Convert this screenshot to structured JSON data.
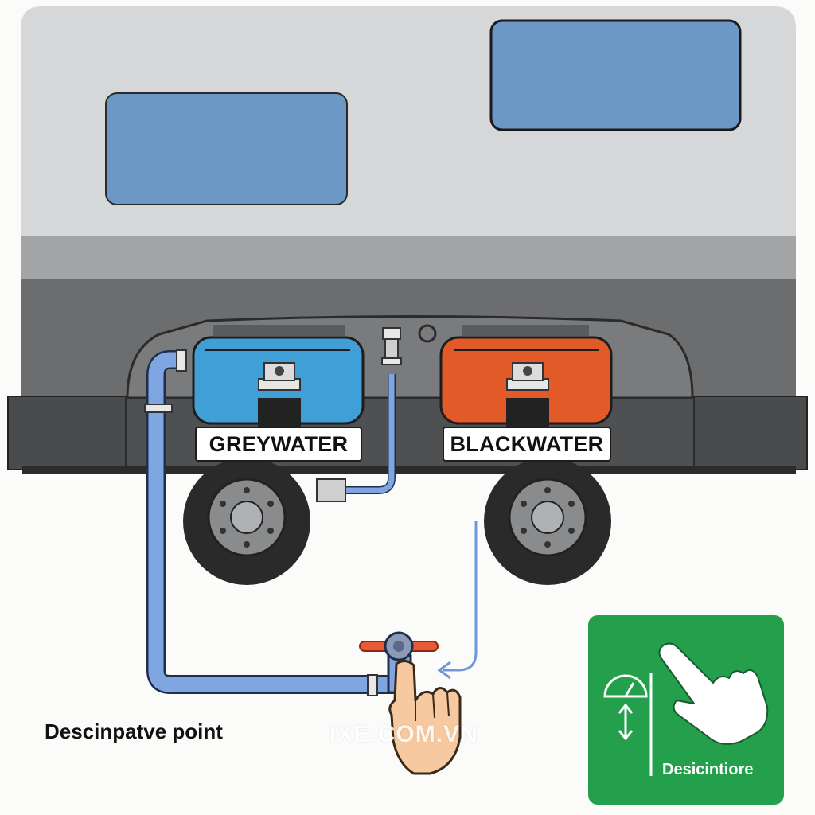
{
  "tanks": {
    "grey": {
      "label": "GREYWATER",
      "color": "#3f9fd6"
    },
    "black": {
      "label": "BLACKWATER",
      "color": "#e35a29"
    }
  },
  "caption": "Descinpatve point",
  "watermark": "IXE.COM.VN",
  "sign": {
    "label": "Desicintiore",
    "color": "#24a04c"
  },
  "colors": {
    "body": "#d6d7d9",
    "window": "#6c98c6",
    "pipe": "#7fa6e0",
    "valve_handle": "#e85a35",
    "hand": "#f6c9a0"
  },
  "icons": [
    "hand-pointer-icon",
    "gauge-icon",
    "up-down-arrow-icon",
    "drain-valve-icon",
    "flow-arrow-icon"
  ]
}
